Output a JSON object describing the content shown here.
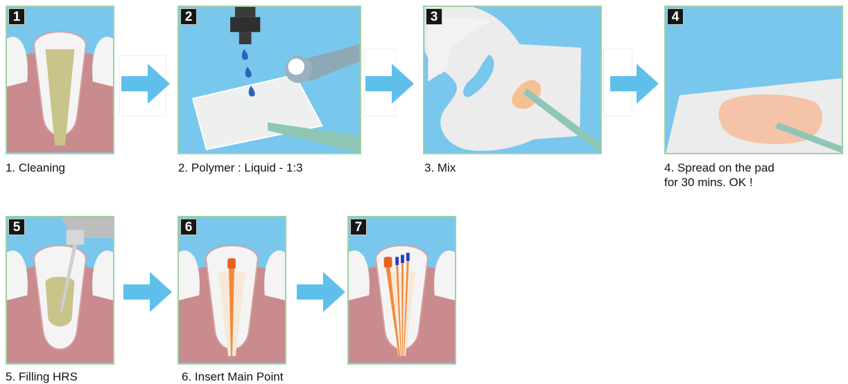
{
  "steps": [
    {
      "number": "1",
      "caption": "1. Cleaning"
    },
    {
      "number": "2",
      "caption": "2. Polymer : Liquid - 1:3"
    },
    {
      "number": "3",
      "caption": "3. Mix"
    },
    {
      "number": "4",
      "caption": "4. Spread on the pad\n    for 30 mins. OK !"
    },
    {
      "number": "5",
      "caption": "5. Filling HRS"
    },
    {
      "number": "6",
      "caption": "6. Insert Main Point"
    },
    {
      "number": "7",
      "caption": ""
    }
  ],
  "colors": {
    "sky": "#79c7ec",
    "gum": "#c98b8d",
    "tooth": "#f4f4f4",
    "canal_fill": "#c8c48a",
    "arrow": "#5ec0ea",
    "panel_border": "#9fd0a6",
    "point": "#f28a3a",
    "accessory_tip": "#2740b8"
  }
}
